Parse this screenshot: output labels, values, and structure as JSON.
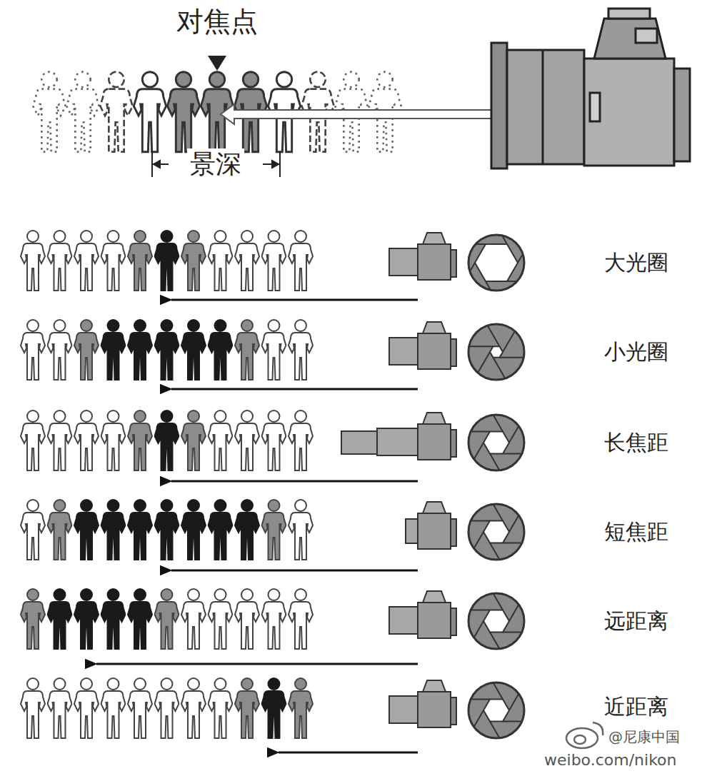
{
  "diagram": {
    "labels": [
      "对焦点",
      "景深",
      "大光圈",
      "小光圈",
      "长焦距",
      "短焦距",
      "远距离",
      "近距离",
      "@尼康中国",
      "weibo.com/nikon"
    ]
  }
}
